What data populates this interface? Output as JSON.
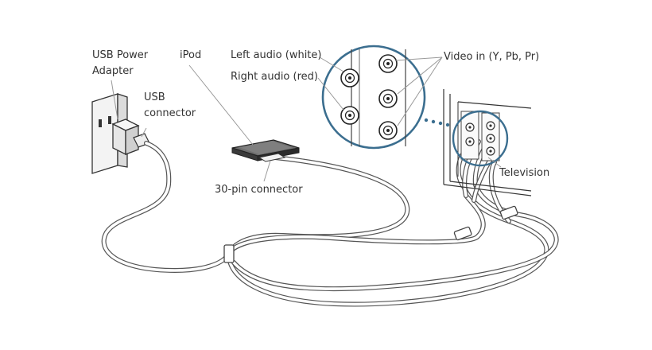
{
  "labels": {
    "usb_power_adapter_line1": "USB Power",
    "usb_power_adapter_line2": "Adapter",
    "usb_connector_line1": "USB",
    "usb_connector_line2": "connector",
    "ipod": "iPod",
    "thirty_pin_connector": "30-pin connector",
    "left_audio": "Left audio (white)",
    "right_audio": "Right audio (red)",
    "video_in": "Video in (Y, Pb, Pr)",
    "television": "Television"
  },
  "colors": {
    "accent_circle": "#3b6e8f",
    "line": "#9a9a9a",
    "text": "#333333"
  }
}
